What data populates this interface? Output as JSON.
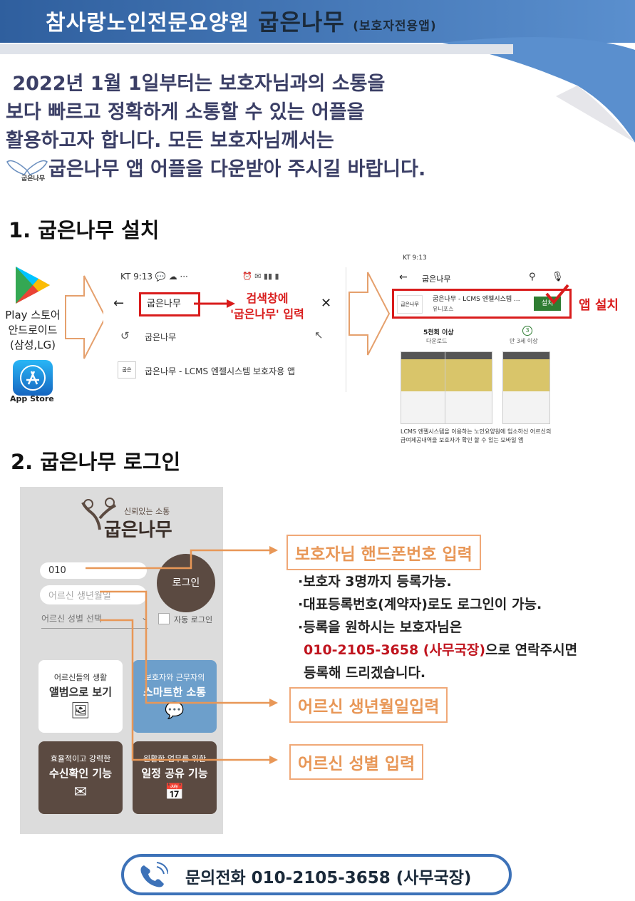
{
  "header": {
    "title": "참사랑노인전문요양원",
    "brand": "굽은나무",
    "subtitle": "(보호자전용앱)"
  },
  "intro": {
    "lines": [
      " 2022년 1월 1일부터는 보호자님과의 소통을",
      "보다 빠르고 정확하게 소통할 수 있는 어플을",
      "활용하고자 합니다. 모든 보호자님께서는",
      "굽은나무 앱 어플을 다운받아 주시길 바랍니다."
    ]
  },
  "section1": {
    "title": "1. 굽은나무 설치",
    "stores": {
      "play_line1": "Play 스토어",
      "play_line2": "안드로이드",
      "play_line3": "(삼성,LG)",
      "appstore_label": "App Store"
    },
    "search_screen": {
      "status": "KT 9:13",
      "query": "굽은나무",
      "suggestion1": "굽은나무",
      "suggestion2": "굽은나무 - LCMS 엔젤시스템 보호자용 앱",
      "callout_line1": "검색창에",
      "callout_line2": "'굽은나무' 입력"
    },
    "install_screen": {
      "status": "KT 9:13",
      "query": "굽은나무",
      "app_name": "굽은나무 - LCMS 엔젤시스템 ...",
      "publisher": "유니포스",
      "install_btn": "설치",
      "downloads": "5천회 이상",
      "downloads_label": "다운로드",
      "rating_badge": "3",
      "rating_label": "만 3세 이상",
      "desc_line1": "LCMS 엔젤시스템을 이용하는 노인요양원에 입소하신 어르신의",
      "desc_line2": "급여제공내역을 보호자가 확인 할 수 있는 모바일 앱",
      "callout": "앱 설치"
    }
  },
  "section2": {
    "title": "2. 굽은나무 로그인",
    "app": {
      "tagline": "신뢰있는 소통",
      "logo": "굽은나무",
      "phone_value": "010",
      "birth_placeholder": "어르신 생년월일",
      "gender_placeholder": "어르신 성별 선택",
      "login_btn": "로그인",
      "auto_login": "자동 로그인",
      "tiles": [
        {
          "line1": "어르신들의 생활",
          "line2": "앨범으로 보기"
        },
        {
          "line1": "보호자와 근무자의",
          "line2": "스마트한 소통"
        },
        {
          "line1": "효율적이고 강력한",
          "line2": "수신확인 기능"
        },
        {
          "line1": "원활한 업무를 위한",
          "line2": "일정 공유 기능"
        }
      ]
    },
    "callouts": {
      "phone": "보호자님 핸드폰번호 입력",
      "birth": "어르신 생년월일입력",
      "gender": "어르신 성별 입력"
    },
    "notes": {
      "b1": "·보호자 3명까지 등록가능.",
      "b2": "·대표등록번호(계약자)로도 로그인이 가능.",
      "b3": "·등록을 원하시는 보호자님은",
      "phone": "010-2105-3658 (사무국장)",
      "b4_rest": "으로 연락주시면",
      "b5": "등록해 드리겠습니다."
    }
  },
  "footer": {
    "contact": "문의전화 010-2105-3658 (사무국장)"
  },
  "colors": {
    "header_blue": "#3d72b8",
    "accent_red": "#d91c1c",
    "callout_orange": "#e89757",
    "install_green": "#2e7d32",
    "tile_blue": "#6d9fcb",
    "tile_brown": "#5b4a41"
  }
}
